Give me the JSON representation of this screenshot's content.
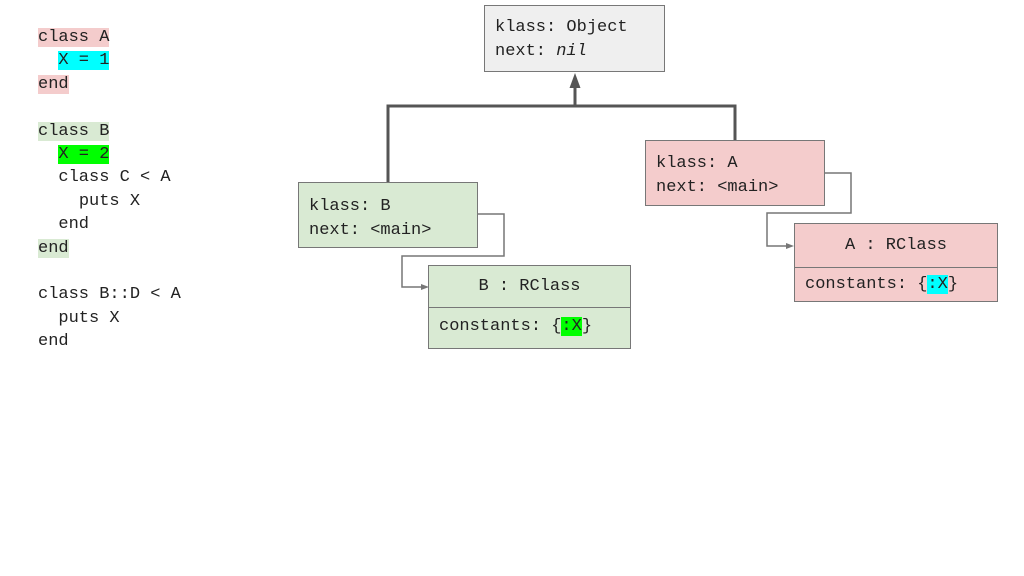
{
  "code": {
    "lines": [
      {
        "text": "class A",
        "hl": "pink"
      },
      {
        "indent": "  ",
        "text": "X = 1",
        "hl": "cyan"
      },
      {
        "text": "end",
        "hl": "pink"
      },
      {
        "text": ""
      },
      {
        "text": "class B",
        "hl": "green"
      },
      {
        "indent": "  ",
        "text": "X = 2",
        "hl": "lime"
      },
      {
        "indent": "  ",
        "text": "class C < A"
      },
      {
        "indent": "    ",
        "text": "puts X"
      },
      {
        "indent": "  ",
        "text": "end"
      },
      {
        "text": "end",
        "hl": "green"
      },
      {
        "text": ""
      },
      {
        "text": "class B::D < A"
      },
      {
        "indent": "  ",
        "text": "puts X"
      },
      {
        "text": "end"
      }
    ]
  },
  "colors": {
    "pink": "#f4cccc",
    "green": "#d9ead3",
    "cyan": "#00ffff",
    "lime": "#00ff00",
    "gray": "#efefef",
    "border": "#777777",
    "connector": "#555555"
  },
  "nodes": {
    "object": {
      "klass": "klass: Object",
      "next_label": "next: ",
      "next_value": "nil"
    },
    "b": {
      "klass": "klass: B",
      "next": "next: <main>"
    },
    "a": {
      "klass": "klass: A",
      "next": "next: <main>"
    },
    "b_rclass": {
      "title": "B : RClass",
      "constants_prefix": "constants: {",
      "constants_key": ":X",
      "constants_suffix": "}"
    },
    "a_rclass": {
      "title": "A : RClass",
      "constants_prefix": "constants: {",
      "constants_key": ":X",
      "constants_suffix": "}"
    }
  }
}
